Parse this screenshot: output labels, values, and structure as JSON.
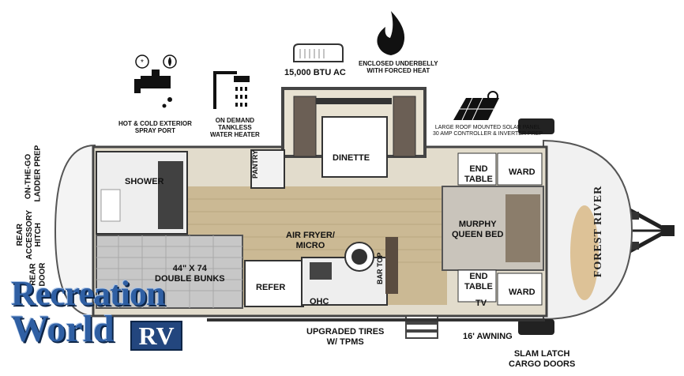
{
  "features": {
    "spray_port": [
      "HOT & COLD EXTERIOR",
      "SPRAY PORT"
    ],
    "water_heater": [
      "ON DEMAND",
      "TANKLESS",
      "WATER HEATER"
    ],
    "ac": "15,000 BTU AC",
    "underbelly": [
      "ENCLOSED UNDERBELLY",
      "WITH FORCED HEAT"
    ],
    "solar": [
      "LARGE ROOF MOUNTED SOLAR PANEL",
      "30 AMP CONTROLLER & INVERTER PREP"
    ],
    "tires": [
      "UPGRADED TIRES",
      "W/ TPMS"
    ],
    "awning": "16' AWNING",
    "cargo": [
      "SLAM LATCH",
      "CARGO DOORS"
    ],
    "ladder": [
      "ON-THE-GO",
      "LADDER PREP"
    ],
    "hitch": [
      "REAR",
      "ACCESSORY",
      "HITCH"
    ],
    "rear_door": [
      "REAR",
      "DOOR"
    ]
  },
  "rooms": {
    "shower": "SHOWER",
    "pantry": "PANTRY",
    "dinette": "DINETTE",
    "end_table_top": [
      "END",
      "TABLE"
    ],
    "ward_top": "WARD",
    "murphy": [
      "MURPHY",
      "QUEEN BED"
    ],
    "end_table_bottom": [
      "END",
      "TABLE"
    ],
    "ward_bottom": "WARD",
    "tv": "TV",
    "air_fryer": [
      "AIR FRYER/",
      "MICRO"
    ],
    "bar_top": "BAR TOP",
    "refer": "REFER",
    "ohc": "OHC",
    "bunks": [
      "44\" X 74",
      "DOUBLE BUNKS"
    ]
  },
  "brand_text": "FOREST RIVER",
  "logo": {
    "line1": "Recreation",
    "line2": "World",
    "badge": "RV"
  }
}
